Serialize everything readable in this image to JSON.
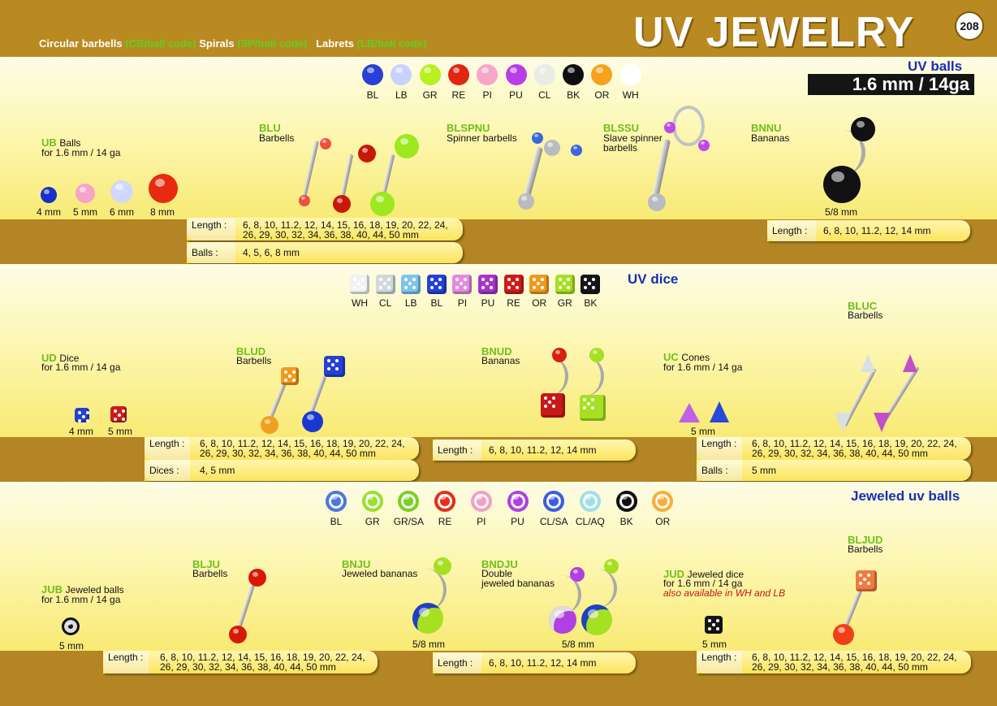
{
  "header": {
    "title": "UV JEWELRY",
    "page_number": "208",
    "subtitle": [
      {
        "label": "Circular barbells",
        "code": "(CB/ball code)"
      },
      {
        "label": "Spirals",
        "code": "(SP/ball code)"
      },
      {
        "label": "Labrets",
        "code": "(LB/ball code)"
      }
    ]
  },
  "uv_balls": {
    "heading": "UV balls",
    "size": "1.6 mm / 14ga",
    "swatches": [
      {
        "code": "BL",
        "color": "#2a3fd8"
      },
      {
        "code": "LB",
        "color": "#c8d2ff"
      },
      {
        "code": "GR",
        "color": "#b8f020"
      },
      {
        "code": "RE",
        "color": "#e12510"
      },
      {
        "code": "PI",
        "color": "#f7a6c8"
      },
      {
        "code": "PU",
        "color": "#b83ee8"
      },
      {
        "code": "CL",
        "color": "#e8ece4"
      },
      {
        "code": "BK",
        "color": "#0e0e0e"
      },
      {
        "code": "OR",
        "color": "#f7a21a"
      },
      {
        "code": "WH",
        "color": "#ffffff"
      }
    ],
    "ub": {
      "code": "UB",
      "name": "Balls",
      "desc": "for 1.6 mm / 14 ga",
      "sizes": [
        "4 mm",
        "5 mm",
        "6 mm",
        "8 mm"
      ]
    },
    "blu": {
      "code": "BLU",
      "name": "Barbells"
    },
    "blspnu": {
      "code": "BLSPNU",
      "name": "Spinner barbells"
    },
    "blssu": {
      "code": "BLSSU",
      "name": "Slave spinner barbells"
    },
    "bnnu": {
      "code": "BNNU",
      "name": "Bananas",
      "size": "5/8 mm"
    },
    "length_label": "Length :",
    "length_a": "6, 8, 10, 11.2, 12, 14, 15, 16, 18, 19, 20, 22, 24,",
    "length_b": "26, 29, 30, 32, 34, 36, 38, 40, 44, 50 mm",
    "balls_label": "Balls :",
    "balls_value": "4, 5, 6, 8 mm",
    "bnnu_length": "6, 8, 10, 11.2, 12, 14 mm"
  },
  "uv_dice": {
    "heading": "UV dice",
    "swatches": [
      {
        "code": "WH",
        "color": "#f2f2f2"
      },
      {
        "code": "CL",
        "color": "#cfd9dd"
      },
      {
        "code": "LB",
        "color": "#7fc4ea"
      },
      {
        "code": "BL",
        "color": "#2440d6"
      },
      {
        "code": "PI",
        "color": "#e48ae0"
      },
      {
        "code": "PU",
        "color": "#a535c9"
      },
      {
        "code": "RE",
        "color": "#d01a1a"
      },
      {
        "code": "OR",
        "color": "#f09a1c"
      },
      {
        "code": "GR",
        "color": "#a6e022"
      },
      {
        "code": "BK",
        "color": "#161616"
      }
    ],
    "ud": {
      "code": "UD",
      "name": "Dice",
      "desc": "for 1.6 mm / 14 ga",
      "sizes": [
        "4 mm",
        "5 mm"
      ]
    },
    "blud": {
      "code": "BLUD",
      "name": "Barbells"
    },
    "bnud": {
      "code": "BNUD",
      "name": "Bananas"
    },
    "uc": {
      "code": "UC",
      "name": "Cones",
      "desc": "for 1.6 mm / 14 ga",
      "size": "5 mm"
    },
    "bluc": {
      "code": "BLUC",
      "name": "Barbells"
    },
    "length_label": "Length :",
    "length_a": "6, 8, 10, 11.2, 12, 14, 15, 16, 18, 19, 20, 22, 24,",
    "length_b": "26, 29, 30, 32, 34, 36, 38, 40, 44, 50 mm",
    "dices_label": "Dices :",
    "dices_value": "4, 5 mm",
    "bnud_length": "6, 8, 10, 11.2, 12, 14 mm",
    "balls_label": "Balls :",
    "balls_value": "5 mm"
  },
  "jeweled": {
    "heading": "Jeweled uv balls",
    "swatches": [
      {
        "code": "BL",
        "color": "#4a78e0"
      },
      {
        "code": "GR",
        "color": "#9be02a"
      },
      {
        "code": "GR/SA",
        "color": "#7ad020"
      },
      {
        "code": "RE",
        "color": "#e23018"
      },
      {
        "code": "PI",
        "color": "#f2a0c0"
      },
      {
        "code": "PU",
        "color": "#b040e0"
      },
      {
        "code": "CL/SA",
        "color": "#3a5ee0"
      },
      {
        "code": "CL/AQ",
        "color": "#9ee0e8"
      },
      {
        "code": "BK",
        "color": "#101010"
      },
      {
        "code": "OR",
        "color": "#f7b030"
      }
    ],
    "jub": {
      "code": "JUB",
      "name": "Jeweled balls",
      "desc": "for 1.6 mm / 14 ga",
      "size": "5 mm"
    },
    "blju": {
      "code": "BLJU",
      "name": "Barbells"
    },
    "bnju": {
      "code": "BNJU",
      "name": "Jeweled bananas",
      "size": "5/8 mm"
    },
    "bndju": {
      "code": "BNDJU",
      "name_a": "Double",
      "name_b": "jeweled bananas",
      "size": "5/8 mm"
    },
    "jud": {
      "code": "JUD",
      "name": "Jeweled dice",
      "desc": "for 1.6 mm / 14 ga",
      "note": "also available in WH and LB",
      "size": "5 mm"
    },
    "bljud": {
      "code": "BLJUD",
      "name": "Barbells"
    },
    "length_label": "Length :",
    "length_a": "6, 8, 10, 11.2, 12, 14, 15, 16, 18, 19, 20, 22, 24,",
    "length_b": "26, 29, 30, 32, 34, 36, 38, 40, 44, 50 mm",
    "bnju_length": "6, 8, 10, 11.2, 12, 14 mm"
  }
}
